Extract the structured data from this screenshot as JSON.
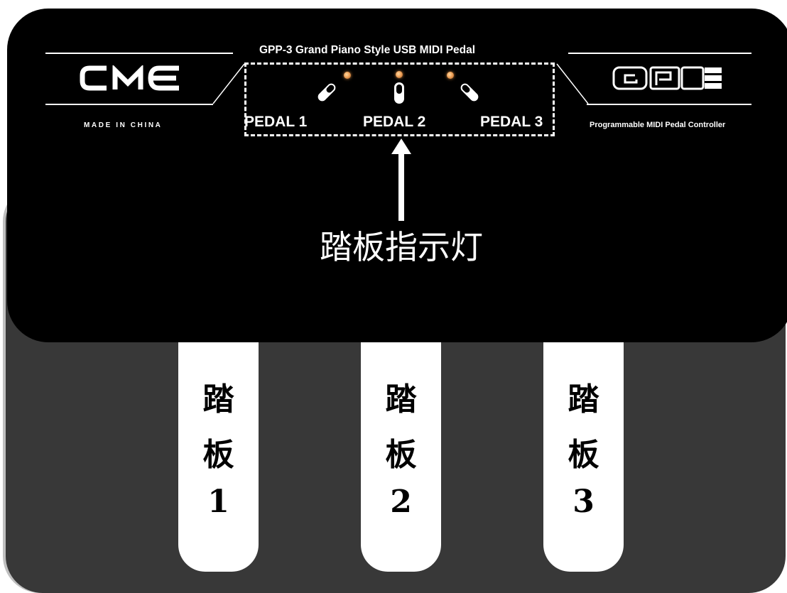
{
  "device": {
    "brand_logo": "CME",
    "made_in": "MADE IN CHINA",
    "product_title": "GPP-3  Grand Piano Style USB MIDI Pedal",
    "gpp_logo": "GPP",
    "controller_label": "Programmable MIDI Pedal Controller",
    "led_color": "#f0a25a"
  },
  "indicators": {
    "labels": [
      "PEDAL 1",
      "PEDAL 2",
      "PEDAL 3"
    ],
    "caption": "踏板指示灯"
  },
  "pedals": [
    {
      "line1": "踏",
      "line2": "板",
      "line3": "1"
    },
    {
      "line1": "踏",
      "line2": "板",
      "line3": "2"
    },
    {
      "line1": "踏",
      "line2": "板",
      "line3": "3"
    }
  ]
}
